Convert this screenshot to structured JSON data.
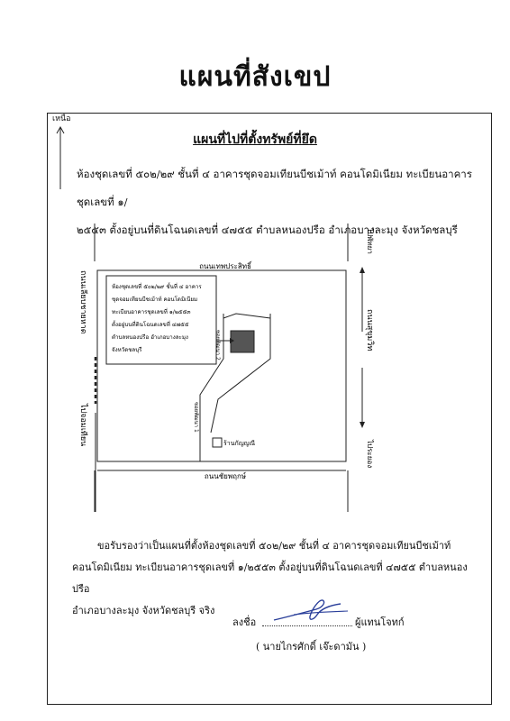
{
  "title": "แผนที่สังเขป",
  "north_label": "เหนือ",
  "subtitle": "แผนที่ไปที่ตั้งทรัพย์ที่ยึด",
  "intro_line1": "ห้องชุดเลขที่ ๕๐๒/๒๙ ชั้นที่ ๔ อาคารชุดจอมเทียนบีชเม้าท์ คอนโดมิเนียม ทะเบียนอาคารชุดเลขที่ ๑/",
  "intro_line2": "๒๕๕๓ ตั้งอยู่บนที่ดินโฉนดเลขที่ ๔๗๕๕ ตำบลหนองปรือ อำเภอบางละมุง จังหวัดชลบุรี",
  "map": {
    "road_top": "ถนนเทพประสิทธิ์",
    "road_bottom": "ถนนชัยพฤกษ์",
    "road_left": "ถนนเลียบชายหาด",
    "road_left_dir": "ไปจอมเทียน",
    "road_right": "ถนนสุขุมวิท",
    "dir_top_right": "ไปพัทยา",
    "dir_bottom_right": "ไประยอง",
    "soi_inner": "ซอยพัฒนา 2",
    "soi_lower": "ซอยพัฒนา 1",
    "shop_label": "ร้านกัญญณี",
    "callout_lines": [
      "ห้องชุดเลขที่ ๕๐๒/๒๙ ชั้นที่ ๔ อาคาร",
      "ชุดจอมเทียนบีชเม้าท์ คอนโดมิเนียม",
      "ทะเบียนอาคารชุดเลขที่ ๑/๒๕๕๓",
      "ตั้งอยู่บนที่ดินโฉนดเลขที่ ๔๗๕๕",
      "ตำบลหนองปรือ อำเภอบางละมุง",
      "จังหวัดชลบุรี"
    ]
  },
  "cert_line1": "ขอรับรองว่าเป็นแผนที่ตั้งห้องชุดเลขที่ ๕๐๒/๒๙ ชั้นที่ ๔ อาคารชุดจอมเทียนบีชเม้าท์",
  "cert_line2": "คอนโดมิเนียม ทะเบียนอาคารชุดเลขที่ ๑/๒๕๕๓ ตั้งอยู่บนที่ดินโฉนดเลขที่ ๔๗๕๕ ตำบลหนองปรือ",
  "cert_line3": "อำเภอบางละมุง จังหวัดชลบุรี จริง",
  "sign_label": "ลงชื่อ",
  "sign_role": "ผู้แทนโจทก์",
  "signer": "( นายไกรศักดิ์ เจ๊ะดามัน )"
}
